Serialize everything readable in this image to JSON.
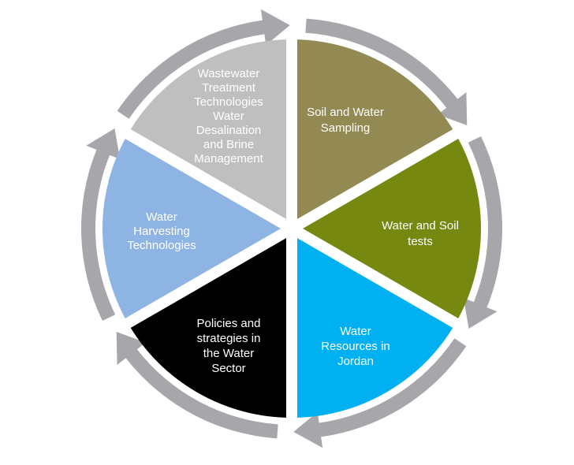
{
  "diagram": {
    "colors": {
      "arrow_ring": "#a6a6ab",
      "soil_water_sampling": "#938953",
      "water_soil_tests": "#76880f",
      "water_resources": "#00b0f0",
      "policies": "#000000",
      "harvesting": "#8eb4e3",
      "wastewater": "#bfbfbf",
      "divider": "#ffffff",
      "label_text": "#ffffff"
    },
    "segments": [
      {
        "id": "soil-water-sampling",
        "color_key": "soil_water_sampling",
        "lines": [
          "Soil and Water",
          "Sampling"
        ]
      },
      {
        "id": "water-soil-tests",
        "color_key": "water_soil_tests",
        "lines": [
          "Water and Soil",
          "tests"
        ]
      },
      {
        "id": "water-resources-jordan",
        "color_key": "water_resources",
        "lines": [
          "Water",
          "Resources in",
          "Jordan"
        ]
      },
      {
        "id": "policies-strategies",
        "color_key": "policies",
        "lines": [
          "Policies and",
          "strategies in",
          "the Water",
          "Sector"
        ]
      },
      {
        "id": "water-harvesting",
        "color_key": "harvesting",
        "lines": [
          "Water",
          "Harvesting",
          "Technologies"
        ]
      },
      {
        "id": "wastewater-desalination",
        "color_key": "wastewater",
        "lines": [
          "Wastewater",
          "Treatment",
          "Technologies",
          "Water",
          "Desalination",
          "and Brine",
          "Management"
        ]
      }
    ]
  }
}
